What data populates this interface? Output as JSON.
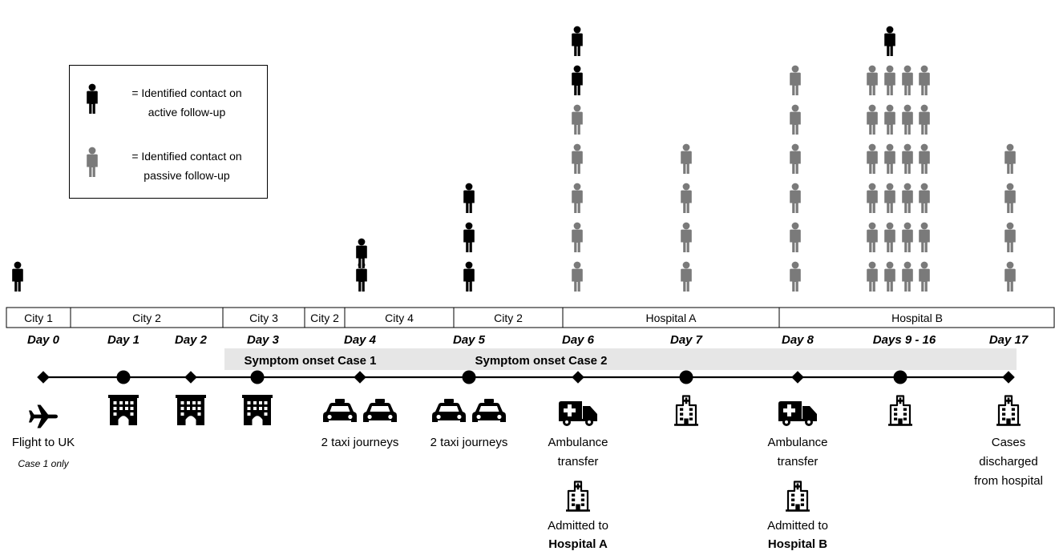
{
  "legend": {
    "active_label": "= Identified contact on\nactive follow-up",
    "passive_label": "= Identified contact on\npassive follow-up"
  },
  "colors": {
    "active": "#000000",
    "passive": "#7a7a7a",
    "onset_band": "#e6e6e6"
  },
  "locations": [
    "City 1",
    "City 2",
    "City 3",
    "City 2",
    "City 4",
    "City 2",
    "Hospital A",
    "Hospital B"
  ],
  "days": [
    "Day 0",
    "Day 1",
    "Day 2",
    "Day 3",
    "Day 4",
    "Day 5",
    "Day 6",
    "Day 7",
    "Day 8",
    "Days 9 - 16",
    "Day 17"
  ],
  "onset": [
    "Symptom onset Case 1",
    "Symptom onset Case 2"
  ],
  "events": [
    {
      "icon": "airplane-icon",
      "lines": [
        "Flight to UK"
      ],
      "note": "Case 1 only"
    },
    {
      "icon": "hotel-icon",
      "lines": []
    },
    {
      "icon": "hotel-icon",
      "lines": []
    },
    {
      "icon": "hotel-icon",
      "lines": []
    },
    {
      "icon": "taxi-icon",
      "lines": [
        "2 taxi journeys"
      ]
    },
    {
      "icon": "taxi-icon",
      "lines": [
        "2 taxi journeys"
      ]
    },
    {
      "icon": "ambulance-icon",
      "lines": [
        "Ambulance",
        "transfer"
      ],
      "sub_icon": "hospital-icon",
      "sub_lines": [
        "Admitted to",
        "Hospital A"
      ]
    },
    {
      "icon": "hospital-icon",
      "lines": []
    },
    {
      "icon": "ambulance-icon",
      "lines": [
        "Ambulance",
        "transfer"
      ],
      "sub_icon": "hospital-icon",
      "sub_lines": [
        "Admitted to",
        "Hospital B"
      ]
    },
    {
      "icon": "hospital-icon",
      "lines": []
    },
    {
      "icon": "hospital-icon",
      "lines": [
        "Cases",
        "discharged",
        "from hospital"
      ]
    }
  ],
  "contacts": [
    {
      "day": "Day 0",
      "active": 1,
      "passive": 0
    },
    {
      "day": "Day 4",
      "active": 2,
      "passive": 0
    },
    {
      "day": "Day 5",
      "active": 3,
      "passive": 0
    },
    {
      "day": "Day 6",
      "active": 2,
      "passive": 5
    },
    {
      "day": "Day 7",
      "active": 0,
      "passive": 4
    },
    {
      "day": "Day 8",
      "active": 0,
      "passive": 6
    },
    {
      "day": "Days 9 - 16",
      "active": 1,
      "passive": 24
    },
    {
      "day": "Day 17",
      "active": 0,
      "passive": 4
    }
  ]
}
